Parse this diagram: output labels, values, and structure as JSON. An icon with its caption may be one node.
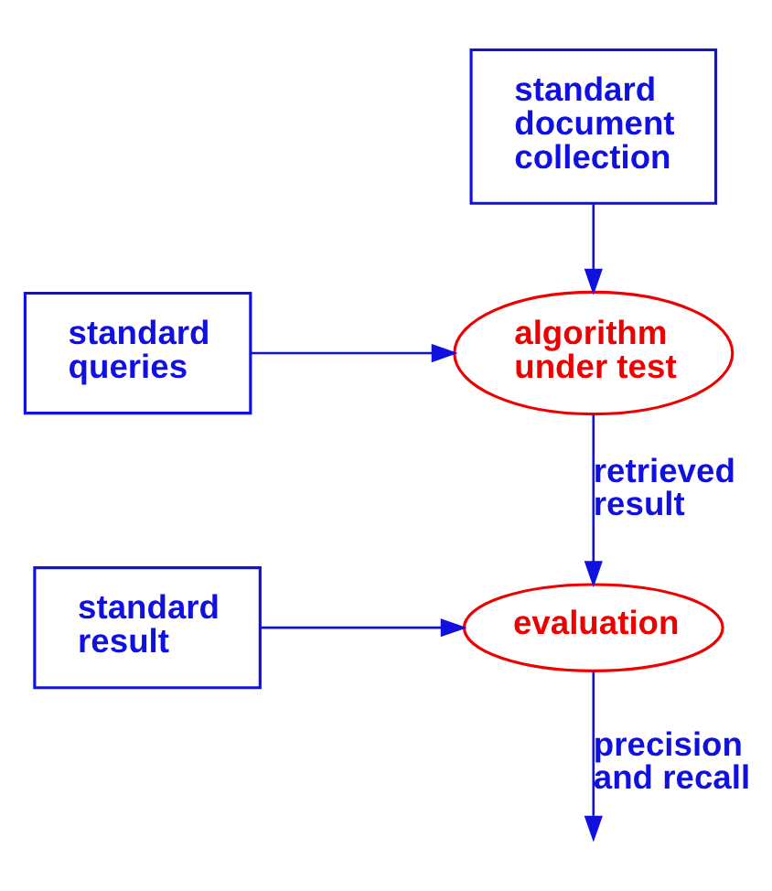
{
  "diagram": {
    "nodes": [
      {
        "text": [
          "standard document collection"
        ]
      },
      {
        "text": [
          "standard queries"
        ]
      },
      {
        "text": [
          "algorithm under test"
        ]
      },
      {
        "text": [
          "standard result"
        ]
      },
      {
        "text": [
          "evaluation"
        ]
      }
    ],
    "edges": [
      {
        "from": 0,
        "to": 2,
        "arrow": "to"
      },
      {
        "from": 1,
        "to": 2,
        "arrow": "to"
      },
      {
        "from": 2,
        "to": 4,
        "arrow": "to",
        "label": "retrieved result"
      },
      {
        "from": 3,
        "to": 4,
        "arrow": "to"
      },
      {
        "from": 4,
        "to": null,
        "arrow": "to",
        "label": "precision and recall"
      }
    ]
  }
}
